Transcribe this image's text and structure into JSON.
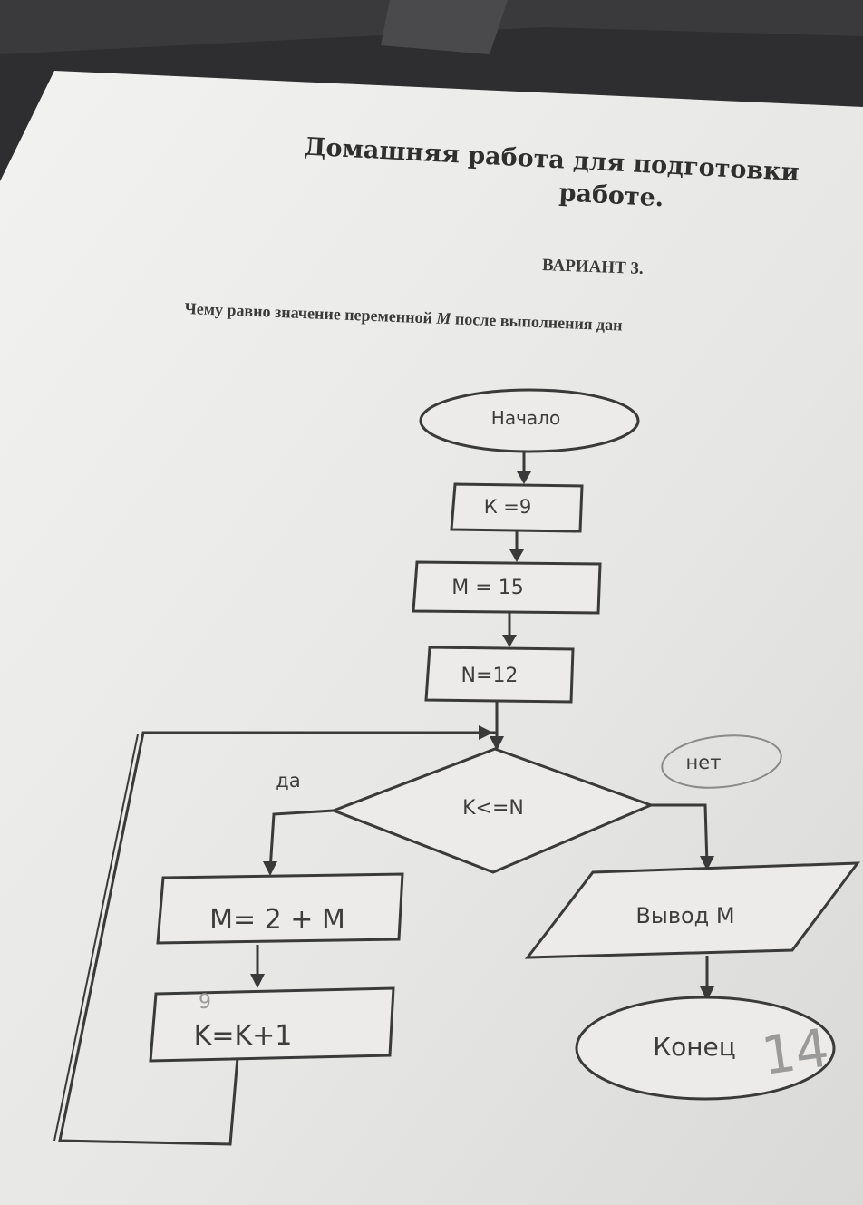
{
  "worksheet": {
    "title_line1": "Домашняя работа для подготовки",
    "title_line2": "работе.",
    "variant": "ВАРИАНТ 3.",
    "question_prefix": "Чему равно значение переменной",
    "question_variable": "M",
    "question_suffix": "после выполнения дан"
  },
  "flowchart": {
    "start": "Начало",
    "assign_k": "К =9",
    "assign_m": "M = 15",
    "assign_n": "N=12",
    "condition": "K<=N",
    "yes_label": "да",
    "no_label": "нет",
    "loop_step1": "M= 2 + M",
    "loop_step2": "K=K+1",
    "output": "Вывод M",
    "end": "Конец"
  },
  "handwriting": {
    "answer": "14",
    "note": "9"
  }
}
